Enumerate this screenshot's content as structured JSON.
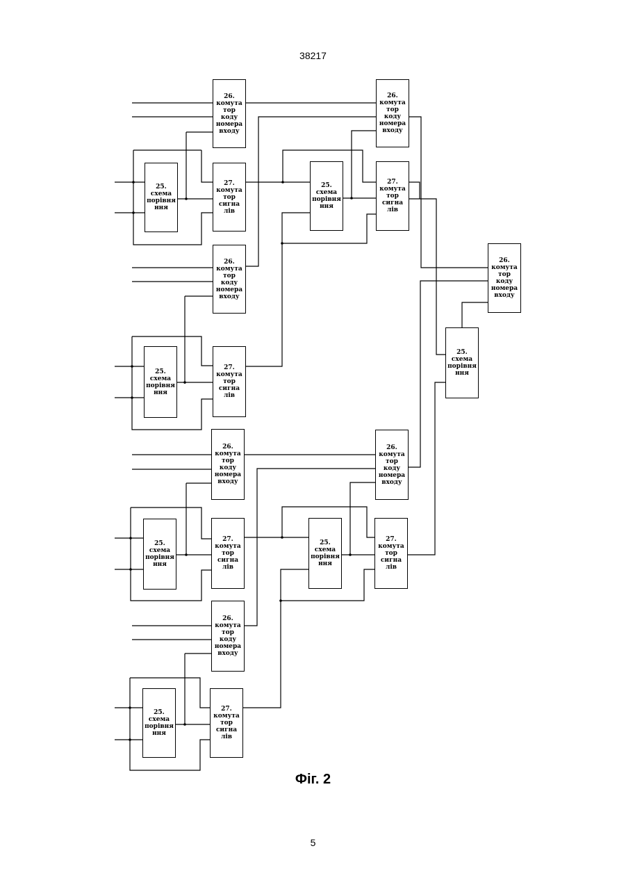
{
  "header": {
    "doc_number": "38217"
  },
  "footer": {
    "page_number": "5"
  },
  "figure": {
    "caption": "Фіг. 2"
  },
  "block_types": {
    "t25": {
      "num": "25.",
      "lines": [
        "схема",
        "порівня",
        "ння"
      ]
    },
    "t26": {
      "num": "26.",
      "lines": [
        "комута",
        "тор",
        "коду",
        "номера",
        "входу"
      ]
    },
    "t27": {
      "num": "27.",
      "lines": [
        "комута",
        "тор",
        "сигна",
        "лів"
      ]
    }
  },
  "blocks": [
    {
      "id": "c1-26a",
      "type": "t26"
    },
    {
      "id": "c1-25a",
      "type": "t25"
    },
    {
      "id": "c1-27a",
      "type": "t27"
    },
    {
      "id": "c1-26b",
      "type": "t26"
    },
    {
      "id": "c1-25b",
      "type": "t25"
    },
    {
      "id": "c1-27b",
      "type": "t27"
    },
    {
      "id": "c1-26c",
      "type": "t26"
    },
    {
      "id": "c1-25c",
      "type": "t25"
    },
    {
      "id": "c1-27c",
      "type": "t27"
    },
    {
      "id": "c1-26d",
      "type": "t26"
    },
    {
      "id": "c1-25d",
      "type": "t25"
    },
    {
      "id": "c1-27d",
      "type": "t27"
    },
    {
      "id": "c2-26a",
      "type": "t26"
    },
    {
      "id": "c2-25a",
      "type": "t25"
    },
    {
      "id": "c2-27a",
      "type": "t27"
    },
    {
      "id": "c2-26b",
      "type": "t26"
    },
    {
      "id": "c2-25b",
      "type": "t25"
    },
    {
      "id": "c2-27b",
      "type": "t27"
    },
    {
      "id": "c3-26",
      "type": "t26"
    },
    {
      "id": "c3-25",
      "type": "t25"
    }
  ]
}
